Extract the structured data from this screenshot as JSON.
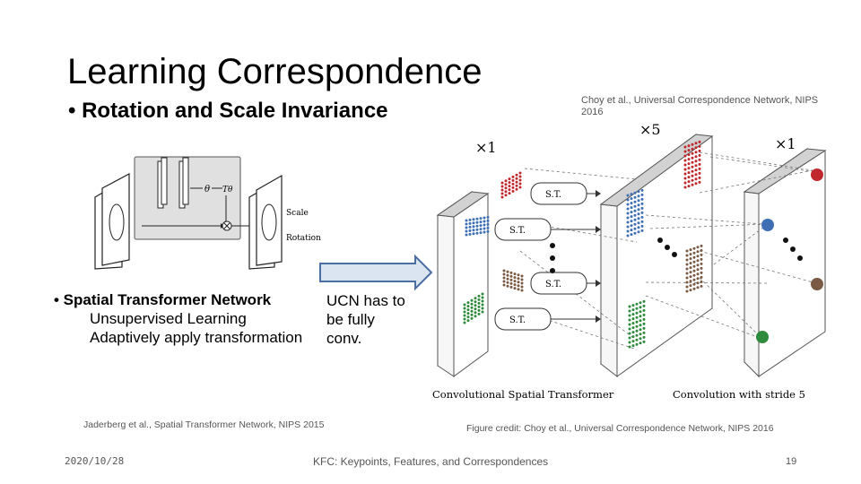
{
  "slide": {
    "title": "Learning Correspondence",
    "bullet_main": "• Rotation and Scale Invariance",
    "citation_top": "Choy et al., Universal Correspondence Network, NIPS 2016",
    "stn": {
      "title": "•  Spatial Transformer Network",
      "line1": "Unsupervised Learning",
      "line2": "Adaptively apply transformation"
    },
    "ucn_note": [
      "UCN has to",
      "be fully",
      "conv."
    ],
    "citation_left": "Jaderberg et al., Spatial Transformer Network, NIPS 2015",
    "figure_credit": "Figure credit: Choy et al., Universal Correspondence Network, NIPS 2016",
    "footer": {
      "date": "2020/10/28",
      "center": "KFC: Keypoints, Features, and Correspondences",
      "page": "19"
    }
  },
  "stn_figure": {
    "label_scale": "Scale",
    "label_rotation": "Rotation",
    "label_theta": "θ",
    "label_t": "Tθ"
  },
  "ucn_figure": {
    "x1_left": "×1",
    "x5": "×5",
    "x1_right": "×1",
    "st_labels": [
      "S.T.",
      "S.T.",
      "S.T.",
      "S.T."
    ],
    "caption_left": "Convolutional Spatial Transformer",
    "caption_right": "Convolution with stride 5"
  },
  "colors": {
    "arrow_fill": "#dbe5f1",
    "arrow_stroke": "#4a6fa5",
    "stn_box": "#e0e0e0",
    "red": "#c0282d",
    "blue": "#3e6fb5",
    "brown": "#7a5a45",
    "green": "#2e8b3e",
    "dark_dots": "#333333"
  }
}
